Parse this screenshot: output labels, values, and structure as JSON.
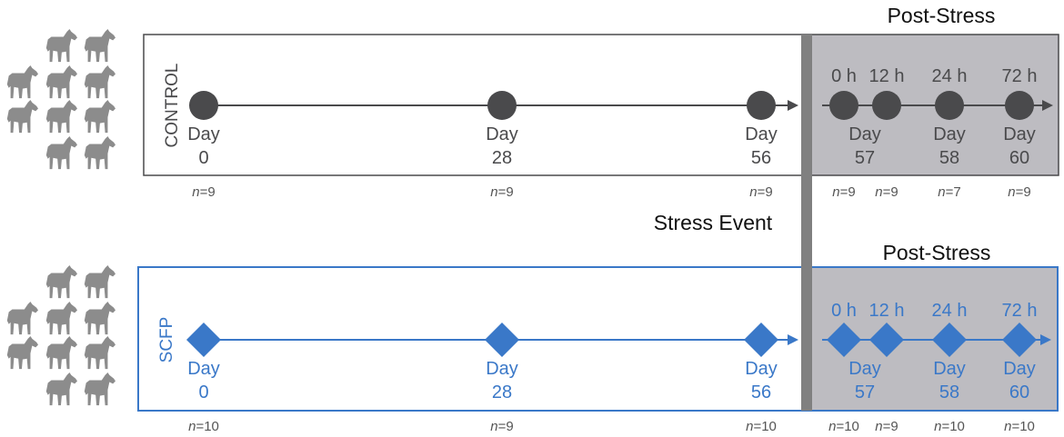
{
  "stress_event_label": "Stress Event",
  "colors": {
    "control": "#4a4a4c",
    "scfp": "#3a78c8",
    "post_stress_fill": "#bdbcc1",
    "stress_bar": "#808080",
    "horse": "#8c8c8c",
    "n_text": "#555555"
  },
  "groups": [
    {
      "id": "control",
      "label": "CONTROL",
      "marker": "circle",
      "post_stress_label": "Post-Stress",
      "pre_points": [
        {
          "day_word": "Day",
          "day_num": "0",
          "n_label": "n",
          "n_value": "=9"
        },
        {
          "day_word": "Day",
          "day_num": "28",
          "n_label": "n",
          "n_value": "=9"
        },
        {
          "day_word": "Day",
          "day_num": "56",
          "n_label": "n",
          "n_value": "=9"
        }
      ],
      "post_points": [
        {
          "hour": "0 h",
          "n_label": "n",
          "n_value": "=9"
        },
        {
          "hour": "12 h",
          "n_label": "n",
          "n_value": "=9"
        },
        {
          "hour": "24 h",
          "n_label": "n",
          "n_value": "=7"
        },
        {
          "hour": "72 h",
          "n_label": "n",
          "n_value": "=9"
        }
      ],
      "post_days": [
        {
          "day_word": "Day",
          "day_num": "57"
        },
        {
          "day_word": "Day",
          "day_num": "58"
        },
        {
          "day_word": "Day",
          "day_num": "60"
        }
      ]
    },
    {
      "id": "scfp",
      "label": "SCFP",
      "marker": "diamond",
      "post_stress_label": "Post-Stress",
      "pre_points": [
        {
          "day_word": "Day",
          "day_num": "0",
          "n_label": "n",
          "n_value": "=10"
        },
        {
          "day_word": "Day",
          "day_num": "28",
          "n_label": "n",
          "n_value": "=9"
        },
        {
          "day_word": "Day",
          "day_num": "56",
          "n_label": "n",
          "n_value": "=10"
        }
      ],
      "post_points": [
        {
          "hour": "0 h",
          "n_label": "n",
          "n_value": "=10"
        },
        {
          "hour": "12 h",
          "n_label": "n",
          "n_value": "=9"
        },
        {
          "hour": "24 h",
          "n_label": "n",
          "n_value": "=10"
        },
        {
          "hour": "72 h",
          "n_label": "n",
          "n_value": "=10"
        }
      ],
      "post_days": [
        {
          "day_word": "Day",
          "day_num": "57"
        },
        {
          "day_word": "Day",
          "day_num": "58"
        },
        {
          "day_word": "Day",
          "day_num": "60"
        }
      ]
    }
  ]
}
